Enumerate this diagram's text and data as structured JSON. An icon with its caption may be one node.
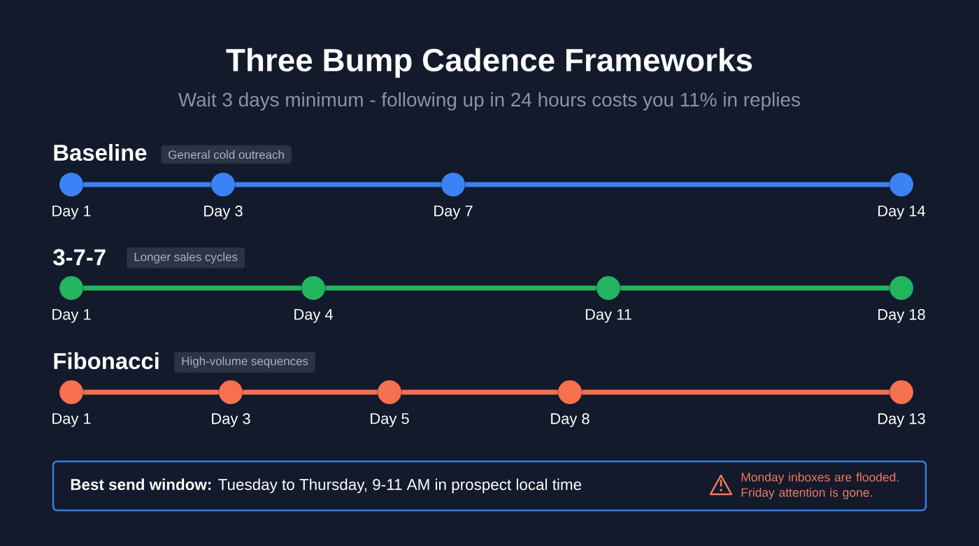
{
  "diagram": {
    "title": "Three Bump Cadence Frameworks",
    "caption": "Wait 3 days minimum - following up in 24 hours costs you 11% in replies",
    "nodes": [
      {
        "text": [
          "General cold outreach"
        ]
      },
      {
        "text": [],
        "shape": "circle",
        "beside": [
          "Day 1"
        ]
      },
      {
        "text": [],
        "shape": "circle",
        "beside": [
          "Day 3"
        ]
      },
      {
        "text": [],
        "shape": "circle",
        "beside": [
          "Day 7"
        ]
      },
      {
        "text": [],
        "shape": "circle",
        "beside": [
          "Day 14"
        ]
      },
      {
        "text": [
          "Longer sales cycles"
        ]
      },
      {
        "text": [],
        "shape": "circle",
        "beside": [
          "Day 1"
        ]
      },
      {
        "text": [],
        "shape": "circle",
        "beside": [
          "Day 4"
        ]
      },
      {
        "text": [],
        "shape": "circle",
        "beside": [
          "Day 11"
        ]
      },
      {
        "text": [],
        "shape": "circle",
        "beside": [
          "Day 18"
        ]
      },
      {
        "text": [
          "High-volume sequences"
        ]
      },
      {
        "text": [],
        "shape": "circle",
        "beside": [
          "Day 1"
        ]
      },
      {
        "text": [],
        "shape": "circle",
        "beside": [
          "Day 3"
        ]
      },
      {
        "text": [],
        "shape": "circle",
        "beside": [
          "Day 5"
        ]
      },
      {
        "text": [],
        "shape": "circle",
        "beside": [
          "Day 8"
        ]
      },
      {
        "text": [],
        "shape": "circle",
        "beside": [
          "Day 13"
        ]
      },
      {
        "text": [
          "**Best send window:** Tuesday to Thursday, 9-11 AM in prospect local time",
          "Monday inboxes are flooded. Friday attention is gone."
        ]
      }
    ],
    "edges": [
      {
        "from": 1,
        "to": 2,
        "arrow": "none",
        "color": "#3b82f6"
      },
      {
        "from": 2,
        "to": 3,
        "arrow": "none",
        "color": "#3b82f6"
      },
      {
        "from": 3,
        "to": 4,
        "arrow": "none",
        "color": "#3b82f6"
      },
      {
        "from": 6,
        "to": 7,
        "arrow": "none",
        "color": "#22b55e"
      },
      {
        "from": 7,
        "to": 8,
        "arrow": "none",
        "color": "#22b55e"
      },
      {
        "from": 8,
        "to": 9,
        "arrow": "none",
        "color": "#22b55e"
      },
      {
        "from": 11,
        "to": 12,
        "arrow": "none",
        "color": "#f7704f"
      },
      {
        "from": 12,
        "to": 13,
        "arrow": "none",
        "color": "#f7704f"
      },
      {
        "from": 13,
        "to": 14,
        "arrow": "none",
        "color": "#f7704f"
      },
      {
        "from": 14,
        "to": 15,
        "arrow": "none",
        "color": "#f7704f"
      }
    ],
    "labels": [
      "Baseline",
      "3-7-7",
      "Fibonacci"
    ]
  }
}
